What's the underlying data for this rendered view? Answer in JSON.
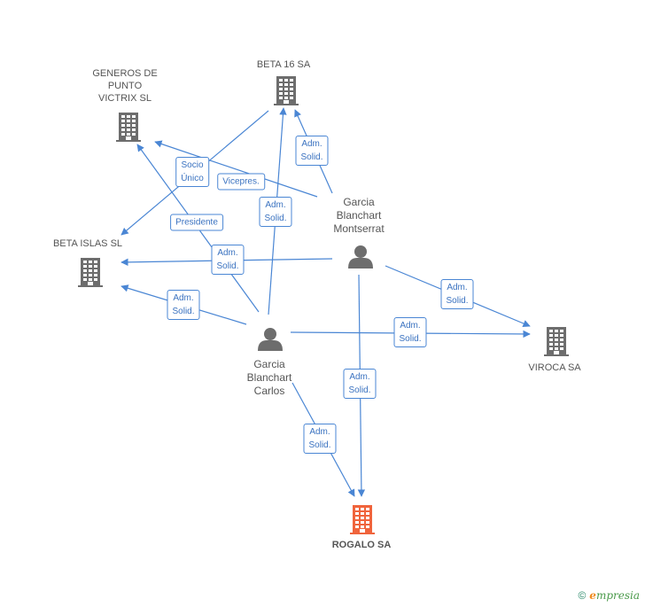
{
  "nodes": {
    "generos": {
      "label_lines": [
        "GENEROS DE",
        "PUNTO",
        "VICTRIX SL"
      ],
      "type": "company"
    },
    "beta16": {
      "label_lines": [
        "BETA 16 SA"
      ],
      "type": "company"
    },
    "betaislas": {
      "label_lines": [
        "BETA ISLAS SL"
      ],
      "type": "company"
    },
    "viroca": {
      "label_lines": [
        "VIROCA SA"
      ],
      "type": "company"
    },
    "rogalo": {
      "label_lines": [
        "ROGALO SA"
      ],
      "type": "company",
      "focus": true
    },
    "montserrat": {
      "label_lines": [
        "Garcia",
        "Blanchart",
        "Montserrat"
      ],
      "type": "person"
    },
    "carlos": {
      "label_lines": [
        "Garcia",
        "Blanchart",
        "Carlos"
      ],
      "type": "person"
    }
  },
  "edges": [
    {
      "from": "montserrat",
      "to": "beta16",
      "label_lines": [
        "Adm.",
        "Solid."
      ]
    },
    {
      "from": "montserrat",
      "to": "generos",
      "label_lines": [
        "Vicepres."
      ]
    },
    {
      "from": "montserrat",
      "to": "betaislas",
      "label_lines": [
        "Adm.",
        "Solid."
      ]
    },
    {
      "from": "montserrat",
      "to": "viroca",
      "label_lines": [
        "Adm.",
        "Solid."
      ]
    },
    {
      "from": "montserrat",
      "to": "rogalo",
      "label_lines": [
        "Adm.",
        "Solid."
      ]
    },
    {
      "from": "carlos",
      "to": "beta16",
      "label_lines": [
        "Adm.",
        "Solid."
      ]
    },
    {
      "from": "carlos",
      "to": "generos",
      "label_lines": [
        "Presidente"
      ]
    },
    {
      "from": "carlos",
      "to": "betaislas",
      "label_lines": [
        "Adm.",
        "Solid."
      ]
    },
    {
      "from": "carlos",
      "to": "viroca",
      "label_lines": [
        "Adm.",
        "Solid."
      ]
    },
    {
      "from": "carlos",
      "to": "rogalo",
      "label_lines": [
        "Adm.",
        "Solid."
      ]
    },
    {
      "from": "beta16",
      "to": "betaislas",
      "label_lines": [
        "Socio",
        "Único"
      ]
    }
  ],
  "colors": {
    "edge": "#4a86d4",
    "company": "#6d6d6d",
    "focus": "#f0643c",
    "person": "#6d6d6d"
  },
  "footer": {
    "copyright": "©",
    "brand_initial": "e",
    "brand_rest": "mpresia"
  }
}
